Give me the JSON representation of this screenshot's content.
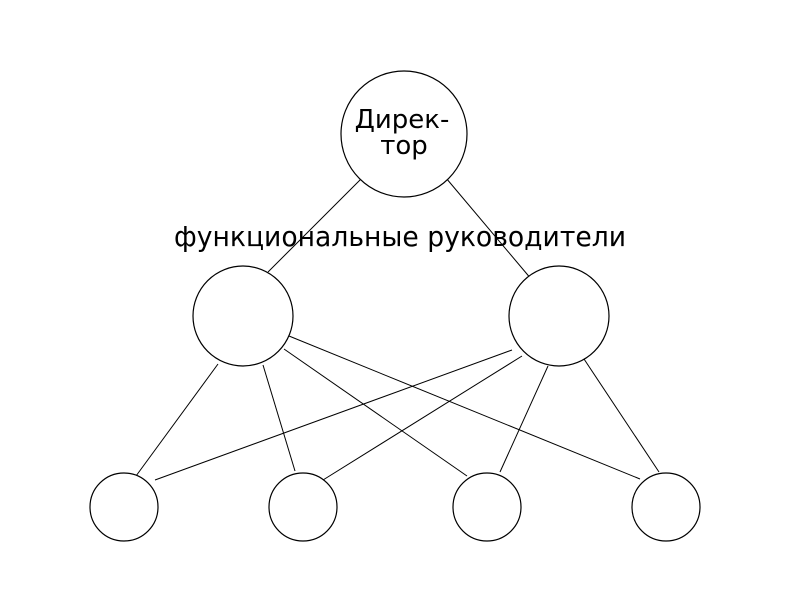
{
  "director": {
    "label_line1": "Дирек-",
    "label_line2": "тор"
  },
  "functional_managers_label": "функциональные руководители",
  "colors": {
    "line": "#000000",
    "node_fill": "#ffffff",
    "background": "#ffffff"
  }
}
